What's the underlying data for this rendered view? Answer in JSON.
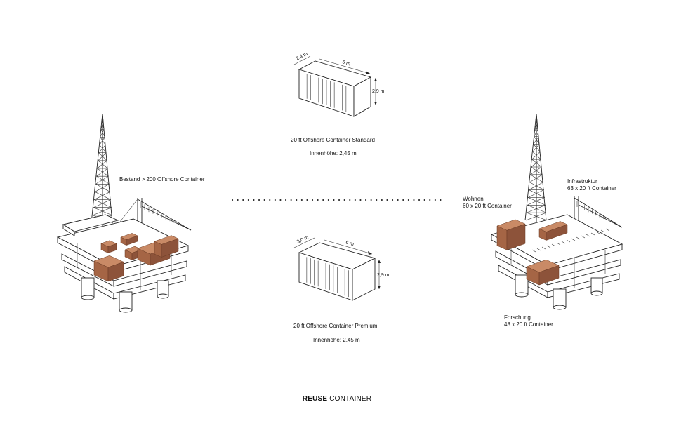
{
  "left_platform": {
    "label": "Bestand > 200 Offshore Container"
  },
  "right_platform": {
    "labels": {
      "wohnen": {
        "title": "Wohnen",
        "count": "60 x 20 ft Container"
      },
      "infrastruktur": {
        "title": "Infrastruktur",
        "count": "63 x 20 ft Container"
      },
      "forschung": {
        "title": "Forschung",
        "count": "48 x 20 ft Container"
      }
    }
  },
  "container_standard": {
    "width_label": "2,4 m",
    "length_label": "6 m",
    "height_label": "2,9 m",
    "name": "20 ft Offshore Container Standard",
    "inner_height": "Innenhöhe: 2,45 m"
  },
  "container_premium": {
    "width_label": "3,0 m",
    "length_label": "6 m",
    "height_label": "2,9 m",
    "name": "20 ft Offshore Container Premium",
    "inner_height": "Innenhöhe: 2,45 m"
  },
  "footer": {
    "bold": "REUSE",
    "regular": " CONTAINER"
  },
  "colors": {
    "container_fill": "#c98a66",
    "line": "#222222"
  }
}
